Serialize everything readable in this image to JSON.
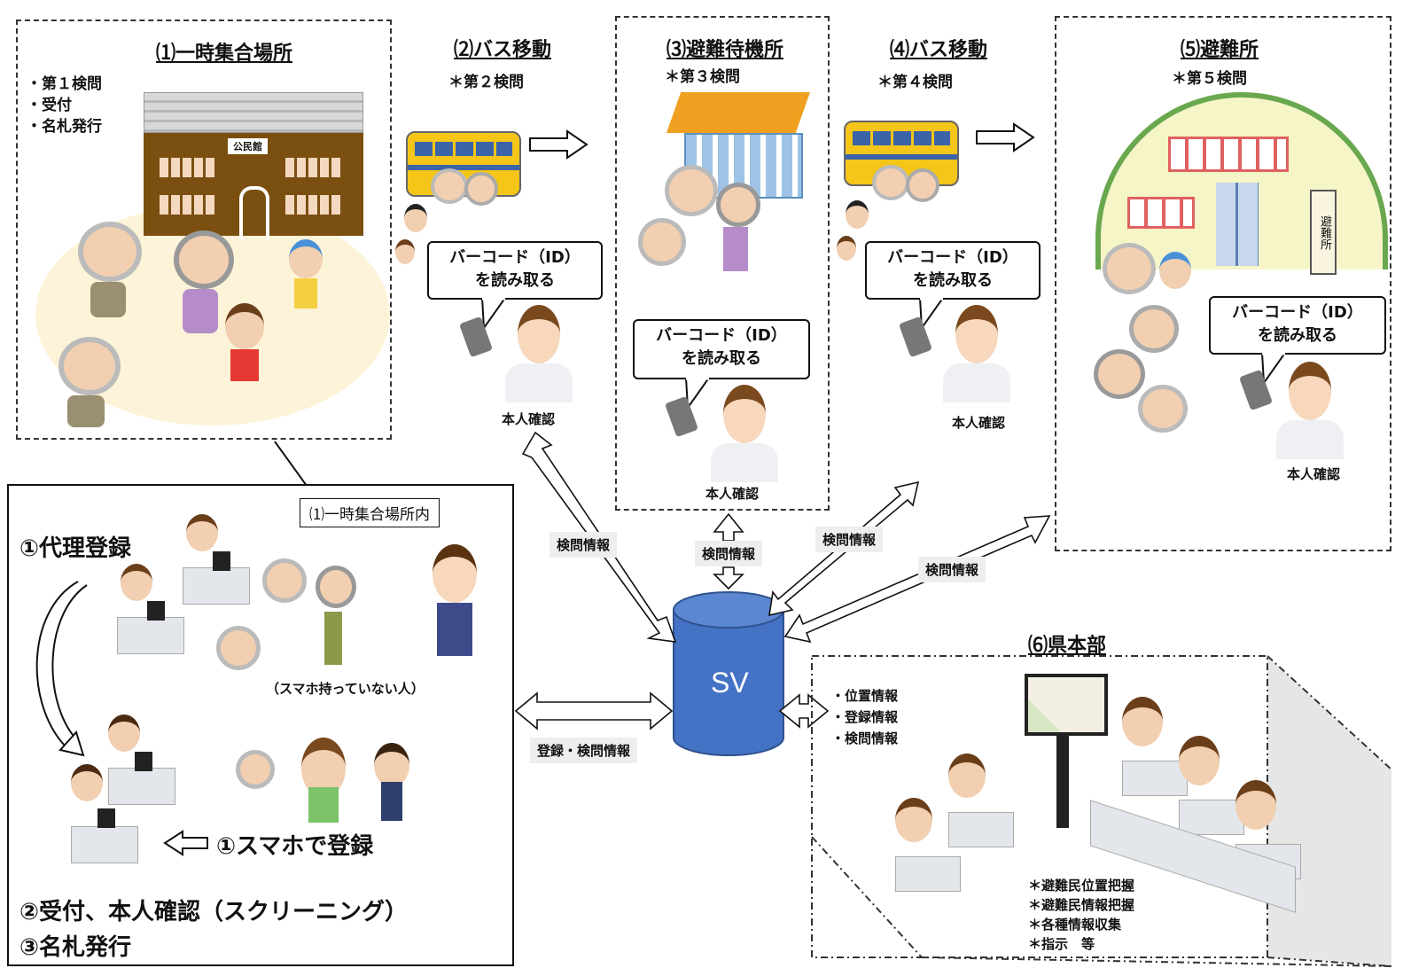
{
  "site1": {
    "title": "⑴一時集合場所",
    "items": [
      "・第１検問",
      "・受付",
      "・名札発行"
    ],
    "building_label": "公民館"
  },
  "bus2": {
    "title": "⑵バス移動",
    "note": "＊第２検問",
    "bubble": [
      "バーコード（ID）",
      "を読み取る"
    ],
    "verify": "本人確認"
  },
  "site3": {
    "title": "⑶避難待機所",
    "note": "＊第３検問",
    "bubble": [
      "バーコード（ID）",
      "を読み取る"
    ],
    "verify": "本人確認"
  },
  "bus4": {
    "title": "⑷バス移動",
    "note": "＊第４検問",
    "bubble": [
      "バーコード（ID）",
      "を読み取る"
    ],
    "verify": "本人確認"
  },
  "site5": {
    "title": "⑸避難所",
    "note": "＊第５検問",
    "sign": "避難所",
    "bubble": [
      "バーコード（ID）",
      "を読み取る"
    ],
    "verify": "本人確認"
  },
  "inner": {
    "label": "⑴一時集合場所内",
    "proxy": "①代理登録",
    "no_phone": "（スマホ持っていない人）",
    "smartphone": "①スマホで登録",
    "reception": "②受付、本人確認（スクリーニング）",
    "nametag": "③名札発行"
  },
  "server": {
    "label": "SV"
  },
  "links": {
    "check_info": "検問情報",
    "reg_check": "登録・検問情報",
    "hq_info": [
      "・位置情報",
      "・登録情報",
      "・検問情報"
    ]
  },
  "hq": {
    "title": "⑹県本部",
    "tasks": [
      "＊避難民位置把握",
      "＊避難民情報把握",
      "＊各種情報収集",
      "＊指示　等"
    ]
  },
  "colors": {
    "cylinder": "#4472c4",
    "bus": "#f5c518",
    "school_roof": "#f0a020",
    "shelter": "#f5f5c8",
    "shelter_roof": "#6aa84f",
    "building": "#7a4f10"
  }
}
